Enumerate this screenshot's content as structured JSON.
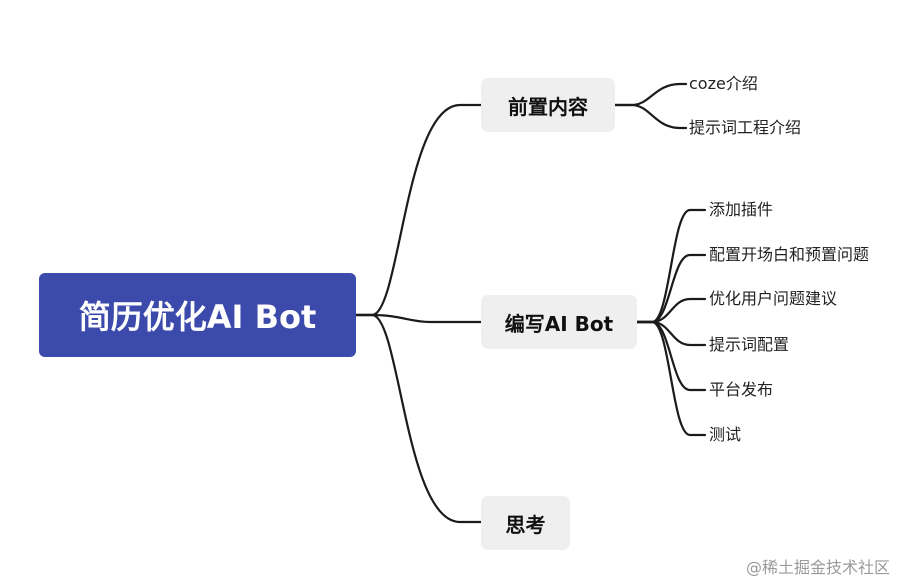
{
  "root": {
    "label": "简历优化AI Bot"
  },
  "branches": [
    {
      "label": "前置内容",
      "children": [
        "coze介绍",
        "提示词工程介绍"
      ]
    },
    {
      "label": "编写AI Bot",
      "children": [
        "添加插件",
        "配置开场白和预置问题",
        "优化用户问题建议",
        "提示词配置",
        "平台发布",
        "测试"
      ]
    },
    {
      "label": "思考",
      "children": []
    }
  ],
  "watermark": "@稀土掘金技术社区",
  "colors": {
    "root_bg": "#3b4aab",
    "branch_bg": "#efefef",
    "line": "#1b1b1b"
  }
}
